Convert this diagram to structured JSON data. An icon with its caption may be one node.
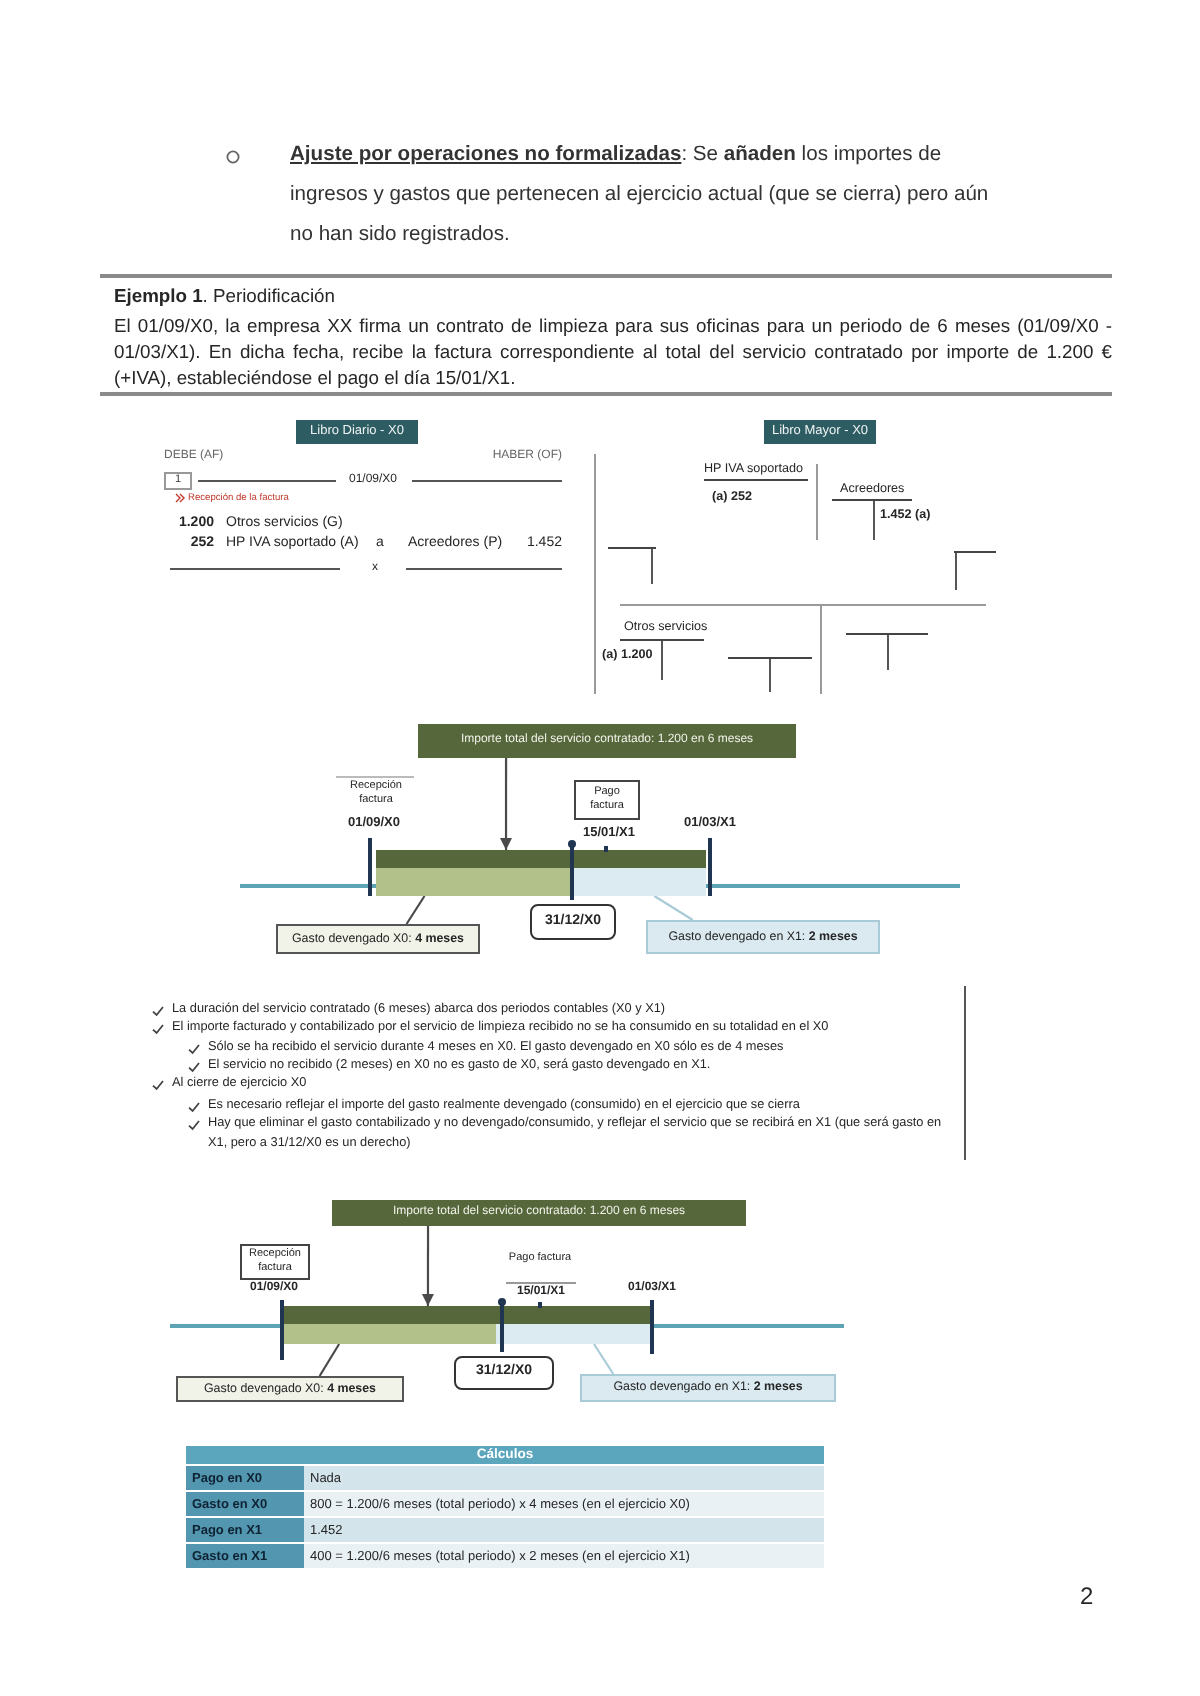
{
  "diagram": {
    "nodes": [
      {
        "text": [
          "Libro Diario - X0"
        ]
      },
      {
        "text": [
          "1"
        ]
      },
      {
        "text": [
          "Libro Mayor - X0"
        ]
      },
      {
        "text": [
          "HP IVA soportado",
          "(a) 252"
        ]
      },
      {
        "text": [
          "Acreedores",
          "1.452 (a)"
        ]
      },
      {
        "text": [],
        "shape": "t-account"
      },
      {
        "text": [],
        "shape": "t-account"
      },
      {
        "text": [
          "Otros servicios",
          "(a) 1.200"
        ]
      },
      {
        "text": [],
        "shape": "t-account"
      },
      {
        "text": [],
        "shape": "t-account"
      },
      {
        "text": [
          "Importe total del servicio contratado: 1.200 en 6 meses"
        ]
      },
      {
        "text": [
          "Pago factura"
        ]
      },
      {
        "text": [],
        "shape": "bar"
      },
      {
        "text": [],
        "shape": "bar"
      },
      {
        "text": [],
        "shape": "bar"
      },
      {
        "text": [
          "Gasto devengado X0: **4 meses**"
        ]
      },
      {
        "text": [
          "31/12/X0"
        ]
      },
      {
        "text": [
          "Gasto devengado en X1: **2 meses**"
        ]
      },
      {
        "text": [
          "Importe total del servicio contratado: 1.200 en 6 meses"
        ]
      },
      {
        "text": [
          "Recepción factura"
        ]
      },
      {
        "text": [],
        "shape": "bar"
      },
      {
        "text": [],
        "shape": "bar"
      },
      {
        "text": [],
        "shape": "bar"
      },
      {
        "text": [
          "Gasto devengado X0: **4 meses**"
        ]
      },
      {
        "text": [
          "31/12/X0"
        ]
      },
      {
        "text": [
          "Gasto devengado en X1: **2 meses**"
        ]
      }
    ],
    "edges": [
      {
        "from": 10,
        "to": 12,
        "arrow": "to"
      },
      {
        "from": 15,
        "to": 13,
        "arrow": "none"
      },
      {
        "from": 17,
        "to": 14,
        "arrow": "none",
        "color": "#a9cbd8"
      },
      {
        "from": 18,
        "to": 20,
        "arrow": "to"
      },
      {
        "from": 23,
        "to": 21,
        "arrow": "none"
      },
      {
        "from": 25,
        "to": 22,
        "arrow": "none",
        "color": "#a9cbd8"
      }
    ],
    "labels": [
      "**Ajuste por operaciones no formalizadas**: Se **añaden** los importes de ingresos y gastos que pertenecen al ejercicio actual (que se cierra) pero aún no han sido registrados.",
      "**Ejemplo 1**. Periodificación",
      "El 01/09/X0, la empresa XX firma un contrato de limpieza para sus oficinas para un periodo de 6 meses (01/09/X0 - 01/03/X1). En dicha fecha, recibe la factura correspondiente al total del servicio contratado por importe de 1.200 € (+IVA), estableciéndose el pago el día 15/01/X1.",
      "DEBE (AF)",
      "HABER (OF)",
      "01/09/X0",
      "Recepción de la factura",
      "1.200",
      "Otros servicios (G)",
      "252",
      "HP IVA soportado (A)",
      "a",
      "Acreedores (P)",
      "1.452",
      "x",
      "Recepción factura",
      "01/09/X0",
      "15/01/X1",
      "01/03/X1",
      "La duración del servicio contratado (6 meses) abarca dos periodos contables (X0 y X1)",
      "El importe facturado y contabilizado por el servicio de limpieza recibido no se ha consumido en su totalidad en el X0",
      "Sólo se ha recibido el servicio durante 4 meses en X0. El gasto devengado en X0 sólo es de 4 meses",
      "El servicio no recibido (2 meses) en X0 no es gasto de X0, será gasto devengado en X1.",
      "Al cierre de ejercicio X0",
      "Es necesario reflejar el importe del gasto realmente devengado (consumido) en el ejercicio que se cierra",
      "Hay que eliminar el gasto contabilizado y no devengado/consumido, y reflejar el servicio que se recibirá en X1 (que será gasto en X1, pero a 31/12/X0 es un derecho)",
      "Pago factura",
      "01/09/X0",
      "15/01/X1",
      "01/03/X1",
      "Cálculos",
      "Pago en X0",
      "Nada",
      "Gasto en X0",
      "800 = 1.200/6 meses (total periodo) x 4 meses (en el ejercicio X0)",
      "Pago en X1",
      "1.452",
      "Gasto en X1",
      "400 = 1.200/6 meses (total periodo) x 2 meses (en el ejercicio X1)",
      "2"
    ]
  }
}
